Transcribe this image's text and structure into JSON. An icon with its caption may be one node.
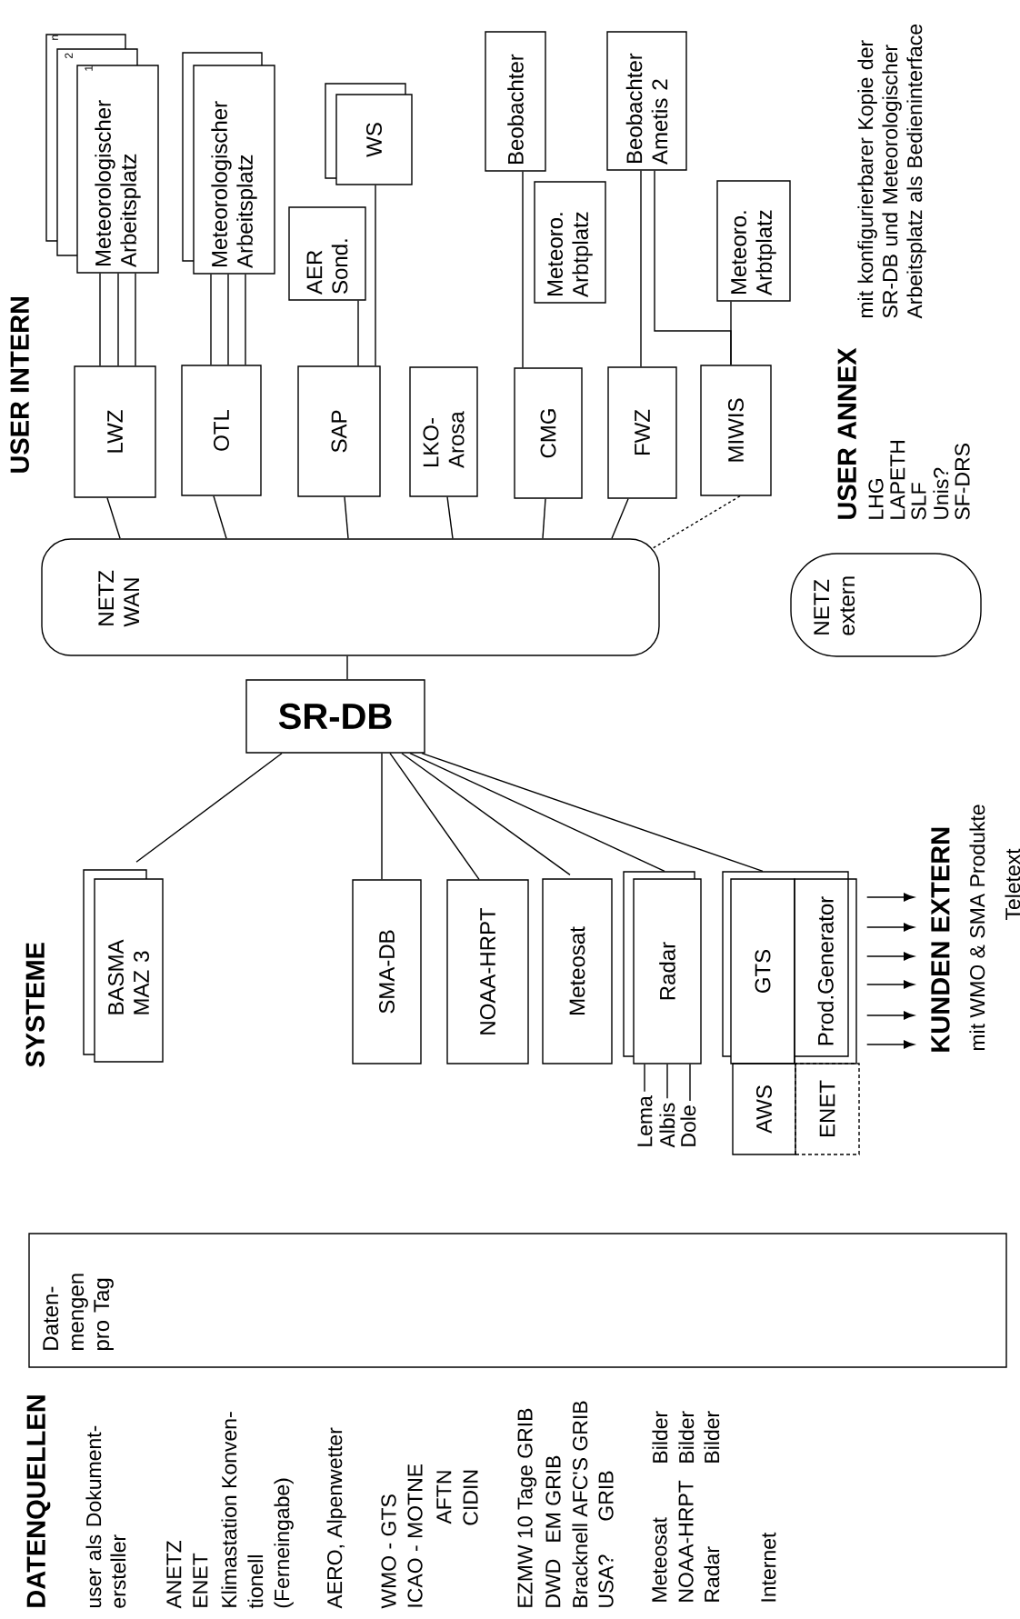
{
  "diagram": {
    "nodes": [
      {
        "text": [
          "Meteorologischer Arbeitsplatz"
        ]
      },
      {
        "text": [
          "Meteorologischer Arbeitsplatz"
        ]
      },
      {
        "text": [
          "WS"
        ]
      },
      {
        "text": [
          "AER Sond."
        ]
      },
      {
        "text": [
          "Beobachter"
        ]
      },
      {
        "text": [
          "Meteoro. Arbtplatz"
        ]
      },
      {
        "text": [
          "Beobachter Ametis 2"
        ]
      },
      {
        "text": [
          "Meteoro. Arbtplatz"
        ]
      },
      {
        "text": [
          "LWZ"
        ]
      },
      {
        "text": [
          "OTL"
        ]
      },
      {
        "text": [
          "SAP"
        ]
      },
      {
        "text": [
          "LKO- Arosa"
        ]
      },
      {
        "text": [
          "CMG"
        ]
      },
      {
        "text": [
          "FWZ"
        ]
      },
      {
        "text": [
          "MIWIS"
        ]
      },
      {
        "text": [
          "NETZ WAN"
        ]
      },
      {
        "text": [
          "NETZ extern"
        ]
      },
      {
        "text": [
          "SR-DB"
        ]
      },
      {
        "text": [
          "BASMA MAZ 3"
        ]
      },
      {
        "text": [
          "SMA-DB"
        ]
      },
      {
        "text": [
          "NOAA-HRPT"
        ]
      },
      {
        "text": [
          "Meteosat"
        ]
      },
      {
        "text": [
          "Radar"
        ]
      },
      {
        "text": [
          "GTS"
        ]
      },
      {
        "text": [
          "Prod.Generator"
        ]
      },
      {
        "text": [
          "AWS"
        ]
      },
      {
        "text": [
          "ENET"
        ]
      },
      {
        "text": [
          "Lema"
        ]
      },
      {
        "text": [
          "Albis"
        ]
      },
      {
        "text": [
          "Dole"
        ]
      },
      {
        "text": [
          "KUNDEN EXTERN"
        ],
        "beside": [
          "mit WMO & SMA Produkte",
          "Teletext"
        ]
      },
      {
        "text": [
          "Daten- mengen pro Tag"
        ]
      }
    ],
    "edges": [
      {
        "from": 8,
        "to": 0,
        "arrow": "none"
      },
      {
        "from": 8,
        "to": 0,
        "arrow": "none"
      },
      {
        "from": 8,
        "to": 0,
        "arrow": "none"
      },
      {
        "from": 9,
        "to": 1,
        "arrow": "none"
      },
      {
        "from": 9,
        "to": 1,
        "arrow": "none"
      },
      {
        "from": 9,
        "to": 1,
        "arrow": "none"
      },
      {
        "from": 10,
        "to": 3,
        "arrow": "none"
      },
      {
        "from": 10,
        "to": 2,
        "arrow": "none"
      },
      {
        "from": 12,
        "to": 4,
        "arrow": "none"
      },
      {
        "from": 13,
        "to": 6,
        "arrow": "none"
      },
      {
        "from": 14,
        "to": 6,
        "arrow": "none"
      },
      {
        "from": 14,
        "to": 7,
        "arrow": "none"
      },
      {
        "from": 8,
        "to": 15,
        "arrow": "none"
      },
      {
        "from": 9,
        "to": 15,
        "arrow": "none"
      },
      {
        "from": 10,
        "to": 15,
        "arrow": "none"
      },
      {
        "from": 11,
        "to": 15,
        "arrow": "none"
      },
      {
        "from": 12,
        "to": 15,
        "arrow": "none"
      },
      {
        "from": 13,
        "to": 15,
        "arrow": "none"
      },
      {
        "from": 14,
        "to": 15,
        "arrow": "none",
        "style": "dashed"
      },
      {
        "from": 15,
        "to": 17,
        "arrow": "none"
      },
      {
        "from": 17,
        "to": 18,
        "arrow": "none"
      },
      {
        "from": 17,
        "to": 19,
        "arrow": "none"
      },
      {
        "from": 17,
        "to": 20,
        "arrow": "none"
      },
      {
        "from": 17,
        "to": 21,
        "arrow": "none"
      },
      {
        "from": 17,
        "to": 22,
        "arrow": "none"
      },
      {
        "from": 17,
        "to": 23,
        "arrow": "none"
      },
      {
        "from": 22,
        "to": 27,
        "arrow": "none"
      },
      {
        "from": 22,
        "to": 28,
        "arrow": "none"
      },
      {
        "from": 22,
        "to": 29,
        "arrow": "none"
      },
      {
        "from": 24,
        "to": 30,
        "arrow": "to"
      },
      {
        "from": 24,
        "to": 30,
        "arrow": "to"
      },
      {
        "from": 24,
        "to": 30,
        "arrow": "to"
      },
      {
        "from": 24,
        "to": 30,
        "arrow": "to"
      },
      {
        "from": 24,
        "to": 30,
        "arrow": "to"
      },
      {
        "from": 24,
        "to": 30,
        "arrow": "to"
      }
    ],
    "labels": [
      "USER INTERN",
      "n",
      "2",
      "1",
      "USER ANNEX",
      "LHG",
      "LAPETH",
      "SLF",
      "Unis?",
      "SF-DRS",
      "mit konfigurierbarer Kopie der SR-DB und Meteorologischer Arbeitsplatz als Bedieninterface",
      "SYSTEME",
      "DATENQUELLEN",
      "user als Dokument- ersteller",
      "ANETZ",
      "ENET",
      "Klimastation Konven-",
      "tionell",
      "(Ferneingabe)",
      "AERO, Alpenwetter",
      "WMO - GTS",
      "ICAO - MOTNE",
      "AFTN",
      "CIDIN",
      "EZMW 10 Tage GRIB",
      "DWD",
      "EM GRIB",
      "Bracknell AFC'S GRIB",
      "USA?",
      "GRIB",
      "Meteosat",
      "Bilder",
      "NOAA-HRPT",
      "Bilder",
      "Radar",
      "Bilder",
      "Internet"
    ]
  }
}
